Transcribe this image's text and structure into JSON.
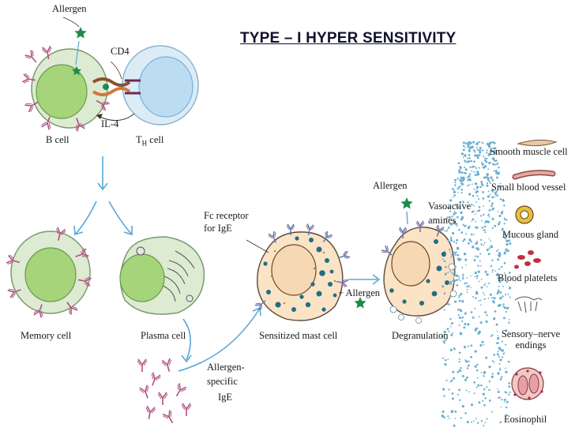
{
  "title": "TYPE – I HYPER SENSITIVITY",
  "labels": {
    "allergen_top": "Allergen",
    "cd4": "CD4",
    "il4": "IL-4",
    "b_cell": "B cell",
    "th_cell_main": "T",
    "th_cell_sub": "H",
    "th_cell_rest": " cell",
    "memory_cell": "Memory cell",
    "plasma_cell": "Plasma cell",
    "allergen_specific_1": "Allergen-",
    "allergen_specific_2": "specific",
    "allergen_specific_3": "IgE",
    "fc_receptor_1": "Fc receptor",
    "fc_receptor_2": "for IgE",
    "sensitized_mast_cell": "Sensitized mast cell",
    "plus_allergen": "+ Allergen",
    "allergen_mid": "Allergen",
    "vasoactive_1": "Vasoactive",
    "vasoactive_2": "amines",
    "degranulation": "Degranulation"
  },
  "targets": [
    {
      "id": "smooth",
      "label": "Smooth muscle cell"
    },
    {
      "id": "vessel",
      "label": "Small blood vessel"
    },
    {
      "id": "mucous",
      "label": "Mucous gland"
    },
    {
      "id": "platelets",
      "label": "Blood platelets"
    },
    {
      "id": "nerve",
      "label": "Sensory–nerve\nendings"
    },
    {
      "id": "eosinophil",
      "label": "Eosinophil"
    }
  ],
  "colors": {
    "b_cell_fill": "#dcebd2",
    "nucleus_green": "#a6d47a",
    "th_fill": "#dcecf6",
    "th_nucleus": "#bcdcf2",
    "mast_fill": "#fbe3c6",
    "granule": "#1f6e84",
    "arrow_blue": "#5aa8d8",
    "antibody": "#b05080",
    "receptor": "#5a80b8",
    "allergen": "#1d8a4a",
    "spray": "#6aaed0"
  }
}
